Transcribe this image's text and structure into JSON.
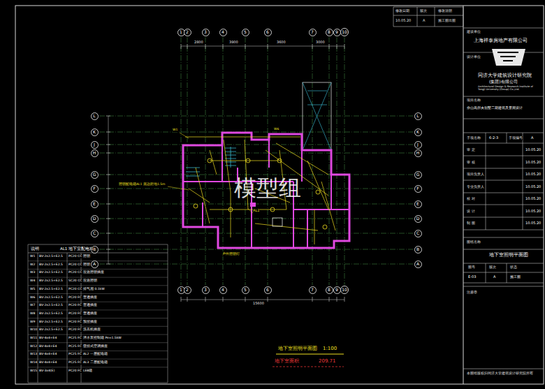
{
  "diagram": {
    "title": "地下室照明平面图",
    "nodes": [
      {
        "text": [
          "1"
        ]
      },
      {
        "text": [
          "2"
        ]
      },
      {
        "text": [
          "3"
        ]
      },
      {
        "text": [
          "4"
        ]
      },
      {
        "text": [
          "5"
        ]
      },
      {
        "text": [
          "6"
        ]
      },
      {
        "text": [
          "7"
        ]
      },
      {
        "text": [
          "8"
        ]
      },
      {
        "text": [
          "9"
        ]
      },
      {
        "text": [
          "10"
        ]
      },
      {
        "text": [
          "1"
        ]
      },
      {
        "text": [
          "2"
        ]
      },
      {
        "text": [
          "3"
        ]
      },
      {
        "text": [
          "4"
        ]
      },
      {
        "text": [
          "5"
        ]
      },
      {
        "text": [
          "6"
        ]
      },
      {
        "text": [
          "7"
        ]
      },
      {
        "text": [
          "8"
        ]
      },
      {
        "text": [
          "9"
        ]
      },
      {
        "text": [
          "10"
        ]
      },
      {
        "text": [
          "L"
        ]
      },
      {
        "text": [
          "K"
        ]
      },
      {
        "text": [
          "J"
        ]
      },
      {
        "text": [
          "H"
        ]
      },
      {
        "text": [
          "G"
        ]
      },
      {
        "text": [
          "F"
        ]
      },
      {
        "text": [
          "E"
        ]
      },
      {
        "text": [
          "D"
        ]
      },
      {
        "text": [
          "C"
        ]
      },
      {
        "text": [
          "B"
        ]
      },
      {
        "text": [
          "A"
        ]
      },
      {
        "text": [
          "L"
        ]
      },
      {
        "text": [
          "K"
        ]
      },
      {
        "text": [
          "J"
        ]
      },
      {
        "text": [
          "H"
        ]
      },
      {
        "text": [
          "G"
        ]
      },
      {
        "text": [
          "F"
        ]
      },
      {
        "text": [
          "E"
        ]
      },
      {
        "text": [
          "D"
        ]
      },
      {
        "text": [
          "C"
        ]
      },
      {
        "text": [
          "B"
        ]
      },
      {
        "text": [
          "A"
        ]
      }
    ],
    "labels": [
      "修改日期",
      "版次",
      "修改说明",
      "10.05.20",
      "A",
      "施工图出图",
      "建设单位",
      "上海祥泰房地产有限公司",
      "设计单位",
      "同济·设计TJAD",
      "同济大学建筑设计研究院",
      "(集团)有限公司",
      "Architectural Design & Research Institute of Tongji University (Group) Co.,Ltd.",
      "项目名称",
      "佘山高尔夫别墅二期建筑及景观设计",
      "子项名称",
      "6-2-3",
      "子项编号",
      "A",
      "审 定",
      "10.05.20",
      "审 核",
      "10.05.20",
      "项目负责人",
      "10.05.20",
      "专业负责人",
      "10.05.20",
      "校 对",
      "10.05.20",
      "设 计",
      "10.05.20",
      "制 图",
      "10.05.20",
      "图纸名称",
      "地下室照明平面图",
      "图号",
      "版次",
      "状态",
      "E-03",
      "A",
      "施工图",
      "注册章",
      "本图纸版权归同济大学建筑设计研究院所有",
      "模型组",
      "1:100",
      "地下室面积",
      "209.71",
      "2800",
      "3900",
      "3600",
      "3000",
      "15600",
      "说明",
      "AL1 地下室配电箱",
      "照明配电箱AL1 底边距地1.5m",
      "AL1",
      "W1",
      "W6",
      "户外照明灯",
      "W1",
      "BV-2x2.5+E2.5",
      "PC20 CC",
      "照明",
      "W2",
      "BV-2x2.5+E2.5",
      "PC20 CC",
      "照明",
      "W3",
      "BV-2x2.5+E2.5",
      "PC20 CC",
      "应急照明插座",
      "W4",
      "BV-2x2.5+E2.5",
      "SC20 CC",
      "应急照明",
      "W5",
      "BV-2x2.5+E2.5",
      "PC20 CC",
      "排气扇 0.1kW",
      "W6",
      "BV-2x2.5+E2.5",
      "PC20 FC",
      "普通插座",
      "W7",
      "BV-2x2.5+E2.5",
      "PC20 FC",
      "普通插座",
      "W8",
      "BV-2x2.5+E2.5",
      "PC20 FC",
      "普通插座",
      "W9",
      "BV-2x2.5+E2.5",
      "PC20 FC",
      "预留插座",
      "W10",
      "BV-2x2.5+E2.5",
      "PC20 FC",
      "洗衣机插座",
      "W11",
      "BV-4x4+E4",
      "PC25 FC",
      "潜水泵控制箱 Pe=1.5kW",
      "W12",
      "BV-4x4+E4",
      "PC25 FC",
      "壁挂式空调插座",
      "W13",
      "BV-4x4+E4",
      "PC25 FC",
      "AL2 一层配电箱",
      "W14",
      "BV-4x4+E4",
      "PC25 FC",
      "AL3 二层配电箱",
      "W15",
      "BV-3x4(E)",
      "PC20 FC",
      "LEB箱"
    ]
  }
}
